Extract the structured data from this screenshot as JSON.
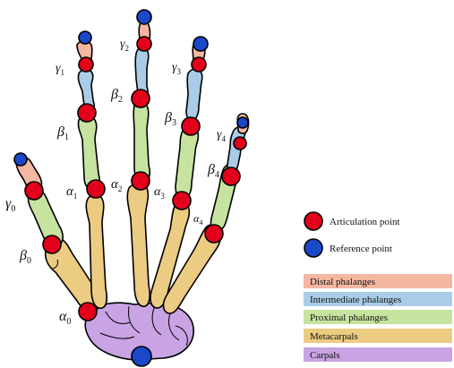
{
  "labels": {
    "gamma": [
      {
        "greek": "γ",
        "sub": "0"
      },
      {
        "greek": "γ",
        "sub": "1"
      },
      {
        "greek": "γ",
        "sub": "2"
      },
      {
        "greek": "γ",
        "sub": "3"
      },
      {
        "greek": "γ",
        "sub": "4"
      }
    ],
    "beta": [
      {
        "greek": "β",
        "sub": "0"
      },
      {
        "greek": "β",
        "sub": "1"
      },
      {
        "greek": "β",
        "sub": "2"
      },
      {
        "greek": "β",
        "sub": "3"
      },
      {
        "greek": "β",
        "sub": "4"
      }
    ],
    "alpha": [
      {
        "greek": "α",
        "sub": "0"
      },
      {
        "greek": "α",
        "sub": "1"
      },
      {
        "greek": "α",
        "sub": "2"
      },
      {
        "greek": "α",
        "sub": "3"
      },
      {
        "greek": "α",
        "sub": "4"
      }
    ]
  },
  "legend": {
    "points": [
      {
        "label": "Articulation point",
        "color": "#e3001b",
        "icon": "red-circle"
      },
      {
        "label": "Reference point",
        "color": "#1b47c9",
        "icon": "blue-circle"
      }
    ],
    "bones": [
      {
        "label": "Distal phalanges",
        "color": "#f5b7a1"
      },
      {
        "label": "Intermediate phalanges",
        "color": "#a9cde8"
      },
      {
        "label": "Proximal phalanges",
        "color": "#c6e3a0"
      },
      {
        "label": "Metacarpals",
        "color": "#eccb82"
      },
      {
        "label": "Carpals",
        "color": "#c9a3e3"
      }
    ]
  }
}
